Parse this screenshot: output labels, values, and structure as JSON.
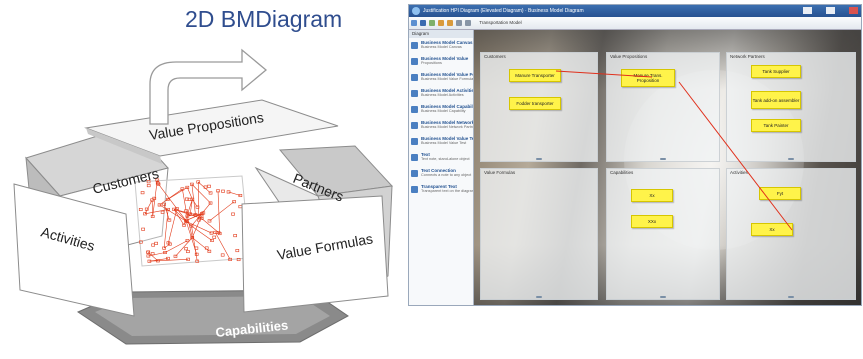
{
  "diagram": {
    "title": "2D BMDiagram",
    "faces": {
      "top": "Value Propositions",
      "back_left": "Customers",
      "back_right": "Partners",
      "front_left": "Activities",
      "front_right": "Value Formulas",
      "bottom": "Capabilities"
    },
    "colors": {
      "title": "#2f4d8e",
      "box_face": "#ffffff",
      "box_shade": "#cfcfcf",
      "box_dark": "#9a9a9a",
      "bottom_face": "#8a8a8a",
      "network": "#e23a1a"
    }
  },
  "screenshot": {
    "window_title": "Justification HPI Diagram (Elevated Diagram) · Business Model Diagram",
    "toolbar_text": "Transportation Model",
    "sidebar_tab": "Diagram",
    "sidebar_items": [
      {
        "title": "Business Model Canvas",
        "sub": "Business Model Canvas"
      },
      {
        "title": "Business Model Value",
        "sub": "Propositions"
      },
      {
        "title": "Business Model Value Formulas",
        "sub": "Business Model Value Formulas"
      },
      {
        "title": "Business Model Activities",
        "sub": "Business Model Activities"
      },
      {
        "title": "Business Model Capability",
        "sub": "Business Model Capability"
      },
      {
        "title": "Business Model Network Partner",
        "sub": "Business Model Network Partner"
      },
      {
        "title": "Business Model Value Test",
        "sub": "Business Model Value Test"
      },
      {
        "title": "Text",
        "sub": "Text note, stand-alone object"
      },
      {
        "title": "Text Connection",
        "sub": "Connects a note to any object"
      },
      {
        "title": "Transparent Text",
        "sub": "Transparent text on the diagram area"
      }
    ],
    "panels": [
      {
        "title": "Customers",
        "notes": [
          "Manure Transporter",
          "Fodder transporter"
        ]
      },
      {
        "title": "Value Propositions",
        "notes": [
          "Manure Trans. Proposition"
        ]
      },
      {
        "title": "Network Partners",
        "notes": [
          "Tank Supplier",
          "Tank add-on assembler",
          "Tank Painter"
        ]
      },
      {
        "title": "Value Formulas",
        "notes": []
      },
      {
        "title": "Capabilities",
        "notes": [
          "Xx",
          "XXx"
        ]
      },
      {
        "title": "Activities",
        "notes": [
          "Fyt",
          "Xx"
        ]
      }
    ],
    "colors": {
      "titlebar": "#275291",
      "sticky": "#fff34a",
      "connector": "#e0301c",
      "panel": "rgba(240,242,244,0.80)"
    }
  }
}
